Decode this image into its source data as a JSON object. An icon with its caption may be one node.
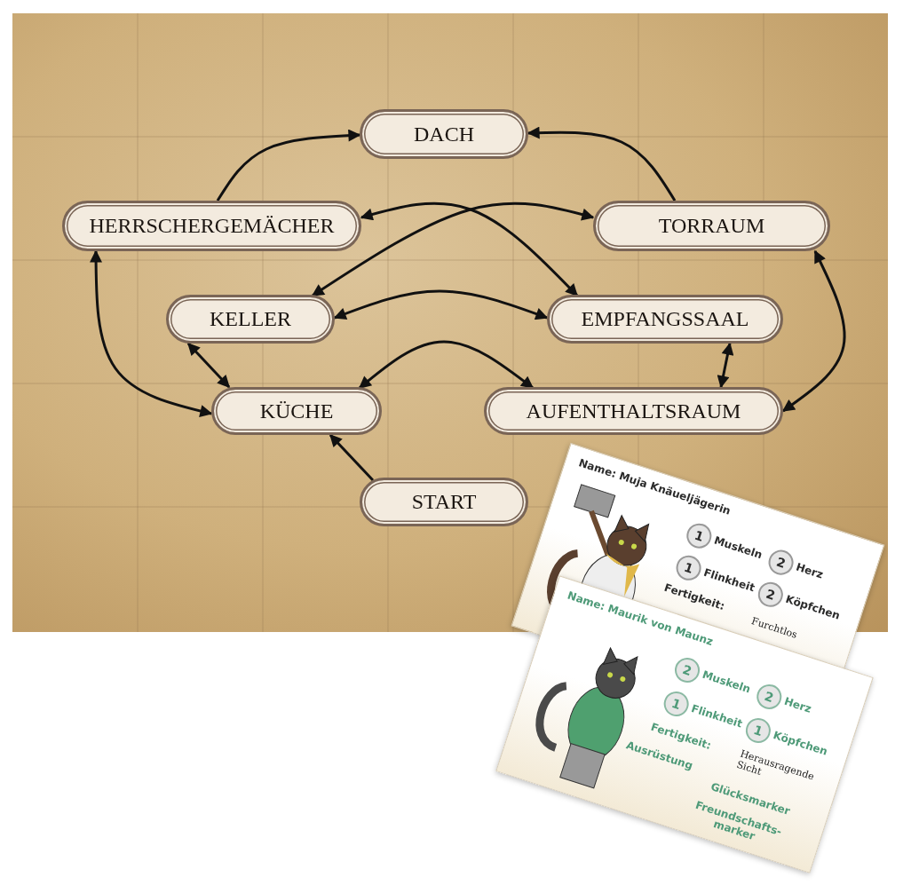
{
  "diagram": {
    "nodes": [
      {
        "text": [
          "DACH"
        ]
      },
      {
        "text": [
          "HERRSCHERGEMÄCHER"
        ]
      },
      {
        "text": [
          "TORRAUM"
        ]
      },
      {
        "text": [
          "KELLER"
        ]
      },
      {
        "text": [
          "EMPFANGSSAAL"
        ]
      },
      {
        "text": [
          "KÜCHE"
        ]
      },
      {
        "text": [
          "AUFENTHALTSRAUM"
        ]
      },
      {
        "text": [
          "START"
        ]
      }
    ],
    "edges": [
      {
        "from": 1,
        "to": 0,
        "arrow": "to"
      },
      {
        "from": 2,
        "to": 0,
        "arrow": "to"
      },
      {
        "from": 1,
        "to": 4,
        "arrow": "both"
      },
      {
        "from": 2,
        "to": 3,
        "arrow": "both"
      },
      {
        "from": 3,
        "to": 4,
        "arrow": "both"
      },
      {
        "from": 5,
        "to": 6,
        "arrow": "both"
      },
      {
        "from": 3,
        "to": 5,
        "arrow": "both"
      },
      {
        "from": 4,
        "to": 6,
        "arrow": "both"
      },
      {
        "from": 1,
        "to": 5,
        "arrow": "both"
      },
      {
        "from": 2,
        "to": 6,
        "arrow": "both"
      },
      {
        "from": 7,
        "to": 5,
        "arrow": "to"
      }
    ],
    "labels": [
      "Name: Muja Knäueljägerin",
      "1",
      "Muskeln",
      "2",
      "Herz",
      "1",
      "Flinkheit",
      "2",
      "Köpfchen",
      "Fertigkeit:",
      "Furchtlos",
      "Name: Maurik von Maunz",
      "2",
      "Muskeln",
      "2",
      "Herz",
      "1",
      "Flinkheit",
      "1",
      "Köpfchen",
      "Fertigkeit:",
      "Herausragende Sicht",
      "Ausrüstung",
      "Glücksmarker",
      "Freundschafts- marker"
    ]
  }
}
